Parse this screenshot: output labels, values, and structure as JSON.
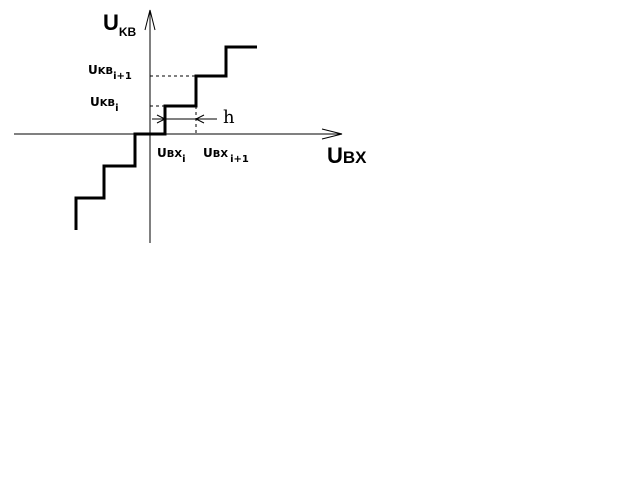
{
  "diagram": {
    "y_axis": {
      "main": "U",
      "sub": "KB"
    },
    "x_axis": {
      "main": "U",
      "sub": "BX"
    },
    "u_kv_i1": {
      "main": "U",
      "sub": "KB",
      "index": "i+1"
    },
    "u_kv_i": {
      "main": "U",
      "sub": "KB",
      "index": "i"
    },
    "u_vx_i": {
      "main": "U",
      "sub": "BX",
      "index": "i"
    },
    "u_vx_i1": {
      "main": "U",
      "sub": "BX",
      "index": "i+1"
    },
    "h_label": "h",
    "colors": {
      "line": "#000000",
      "background": "#ffffff"
    }
  }
}
